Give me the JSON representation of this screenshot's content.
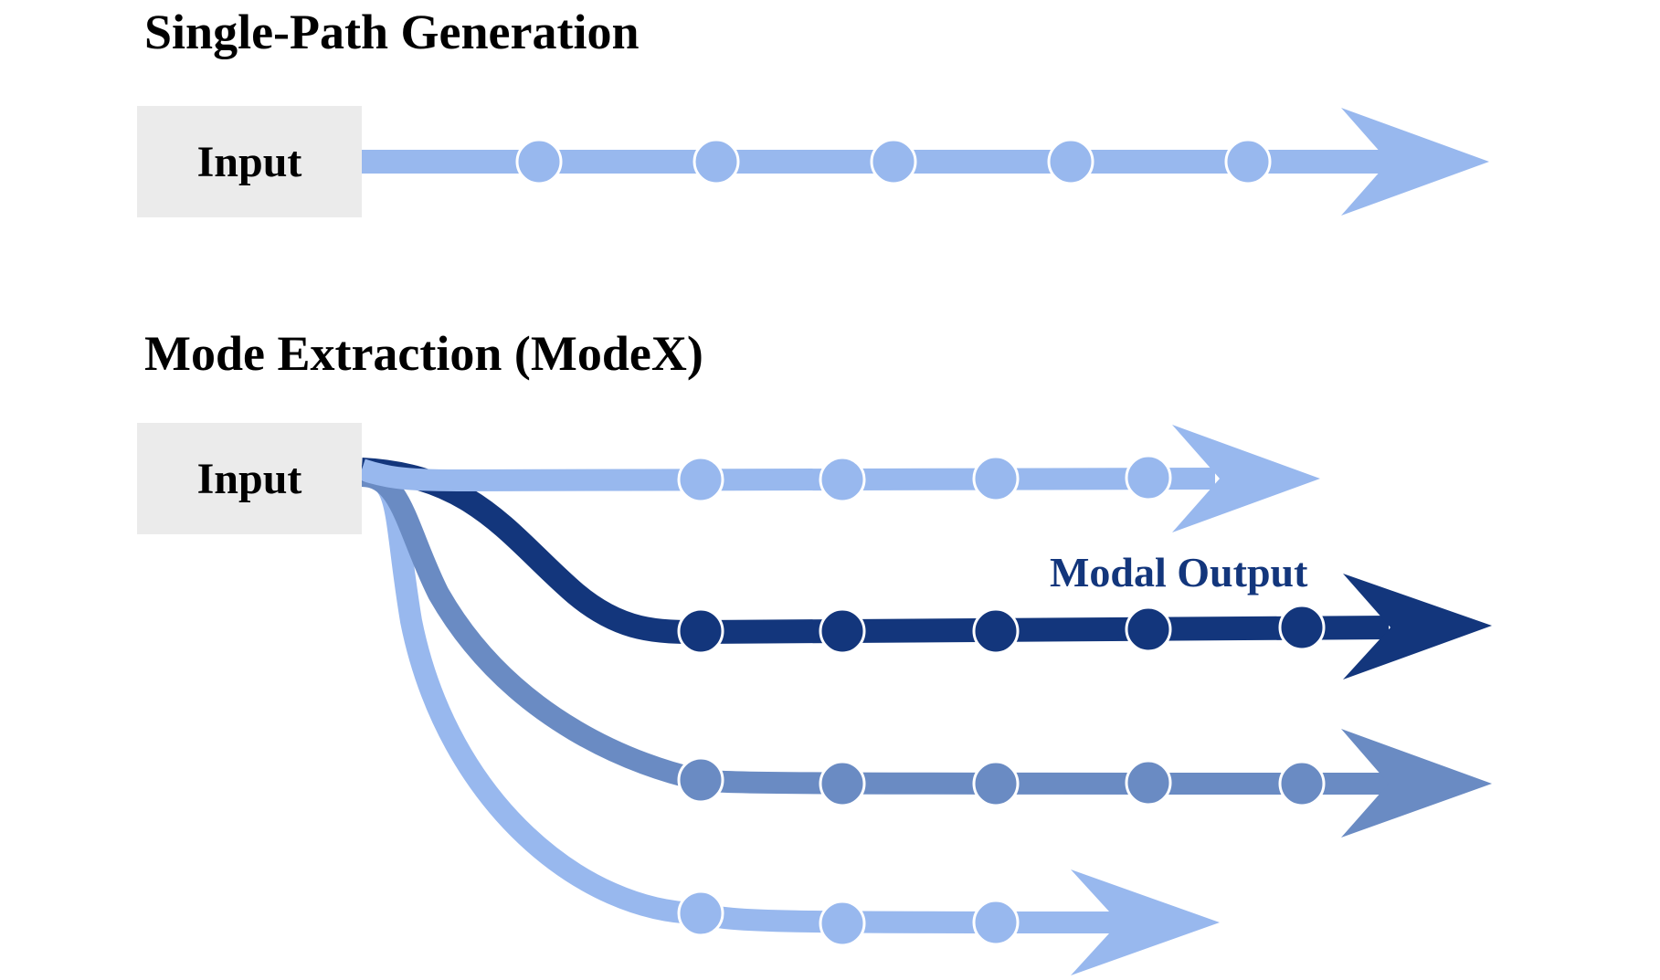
{
  "sections": [
    {
      "title": "Single-Path Generation",
      "input_label": "Input"
    },
    {
      "title": "Mode Extraction (ModeX)",
      "input_label": "Input"
    }
  ],
  "modal_output_label": "Modal Output",
  "colors": {
    "light": "#98b8ee",
    "mid": "#6a8bc3",
    "dark": "#13367c",
    "input_bg": "#ebebeb"
  },
  "paths": [
    {
      "id": "single-path",
      "color": "light",
      "node_count": 5
    },
    {
      "id": "modex-path-1",
      "color": "light",
      "node_count": 4
    },
    {
      "id": "modex-path-2-modal",
      "color": "dark",
      "node_count": 5,
      "is_modal": true
    },
    {
      "id": "modex-path-3",
      "color": "mid",
      "node_count": 5
    },
    {
      "id": "modex-path-4",
      "color": "light",
      "node_count": 3
    }
  ]
}
